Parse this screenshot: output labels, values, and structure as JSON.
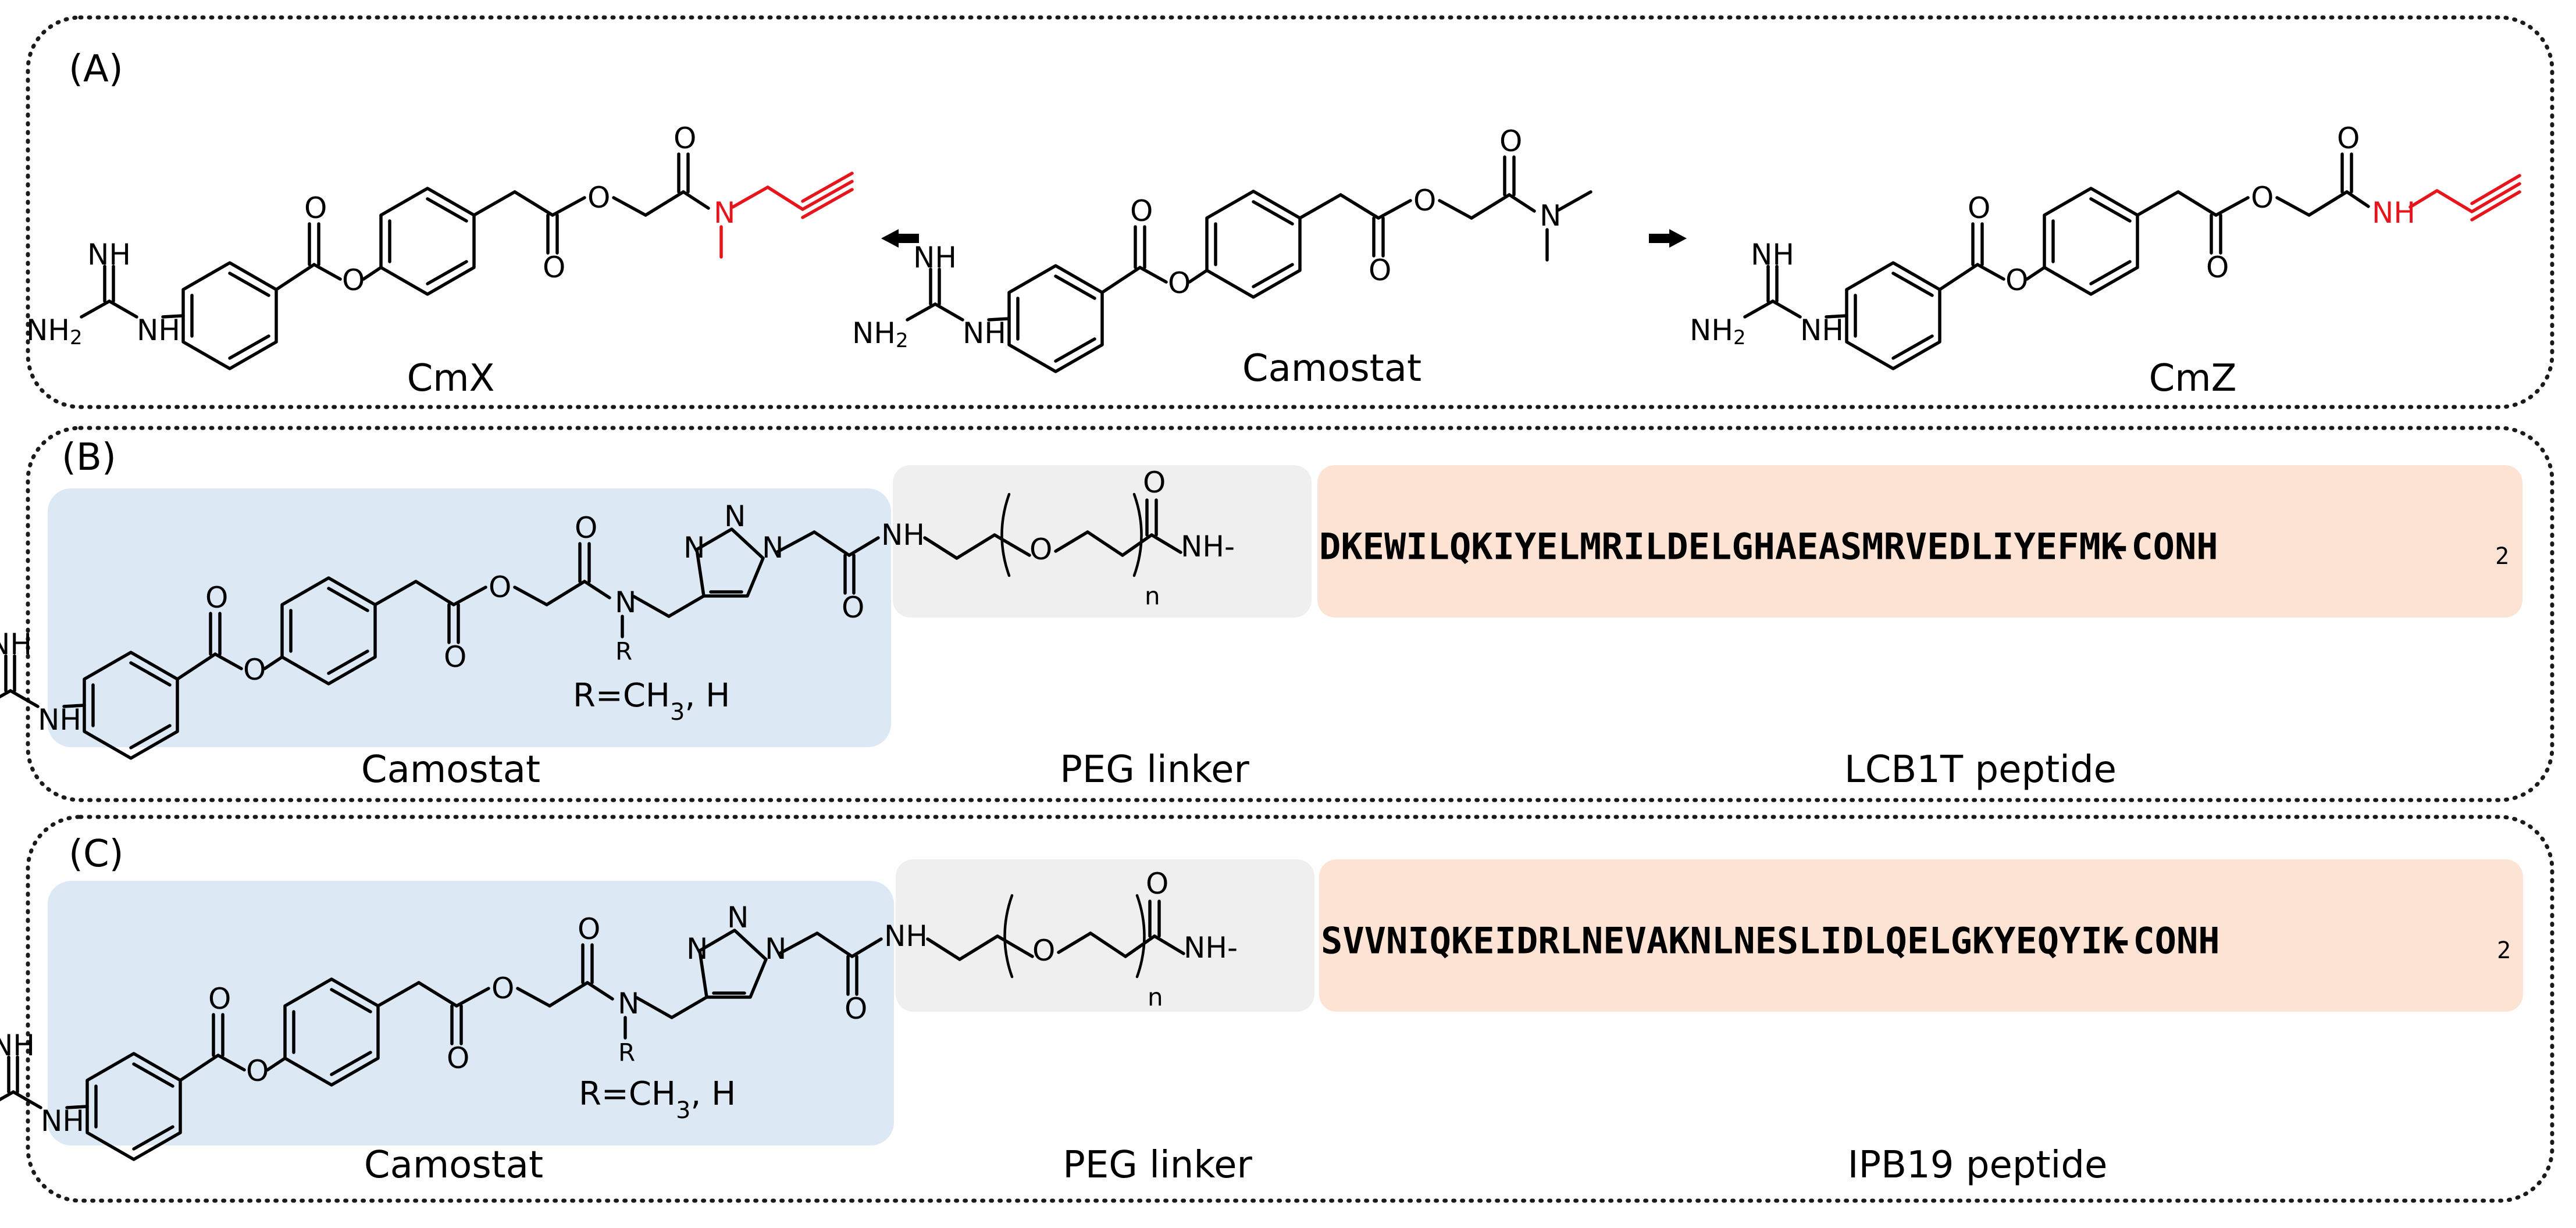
{
  "panels": {
    "a": {
      "label": "(A)",
      "compounds": [
        "CmX",
        "Camostat",
        "CmZ"
      ]
    },
    "b": {
      "label": "(B)",
      "regions": [
        "Camostat",
        "PEG linker",
        "LCB1T peptide"
      ],
      "r_note": "R=CH3, H",
      "peptide_sequence": "DKEWILQKIYELMRILDELGHAEASMRVEDLIYEFMK",
      "c_terminus": "-CONH",
      "c_terminus_sub": "2"
    },
    "c": {
      "label": "(C)",
      "regions": [
        "Camostat",
        "PEG linker",
        "IPB19 peptide"
      ],
      "r_note": "R=CH3, H",
      "peptide_sequence": "SVVNIQKEIDRLNEVAKNLNESLIDLQELGKYEQYIK",
      "c_terminus": "-CONH",
      "c_terminus_sub": "2"
    }
  },
  "atoms": {
    "imine": "NH",
    "amine": "NH",
    "amino": "NH",
    "amino_sub": "2",
    "oxygen": "O",
    "nitrogen": "N",
    "r_group": "R",
    "peg_repeat": "n",
    "amide_nh": "NH",
    "linker_nh": "NH-"
  },
  "colors": {
    "modification_red": "#e8141c",
    "camostat_region": "#dce9f5",
    "linker_region": "#efefef",
    "peptide_region": "#fde3d4"
  }
}
